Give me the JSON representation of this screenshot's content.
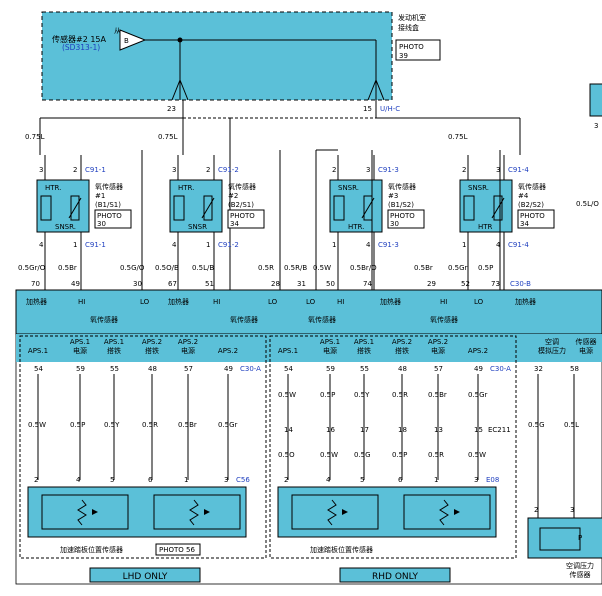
{
  "header": {
    "fuse_label": "传感器#2 15A",
    "fuse_ref": "(SD313-1)",
    "from_label": "从",
    "connector_b": "B",
    "engine_box_label_1": "发动机室",
    "engine_box_label_2": "接线盒",
    "photo_top": [
      "PHOTO",
      "39"
    ],
    "pin_left": "23",
    "pin_right": "15",
    "pin_right_code": "U/H-C",
    "right_edge_label": "3",
    "right_wire": "0.5L/O"
  },
  "oxygen_sensors": [
    {
      "wire_in": "0.75L",
      "pin_top_1": "3",
      "pin_top_2": "2",
      "conn_top": "C91-1",
      "block_top": "HTR.",
      "block_bottom": "SNSR.",
      "name_1": "氧传感器",
      "name_2": "#1",
      "name_3": "(B1/S1)",
      "photo": [
        "PHOTO",
        "30"
      ],
      "pin_bot_1": "4",
      "pin_bot_2": "1",
      "conn_bot": "C91-1"
    },
    {
      "wire_in": "0.75L",
      "pin_top_1": "3",
      "pin_top_2": "2",
      "conn_top": "C91-2",
      "block_top": "HTR.",
      "block_bottom": "SNSR",
      "name_1": "氧传感器",
      "name_2": "#2",
      "name_3": "(B2/S1)",
      "photo": [
        "PHOTO",
        "34"
      ],
      "pin_bot_1": "4",
      "pin_bot_2": "1",
      "conn_bot": "C91-2"
    },
    {
      "wire_in": "",
      "pin_top_1": "2",
      "pin_top_2": "3",
      "conn_top": "C91-3",
      "block_top": "SNSR.",
      "block_bottom": "HTR.",
      "name_1": "氧传感器",
      "name_2": "#3",
      "name_3": "(B1/S2)",
      "photo": [
        "PHOTO",
        "30"
      ],
      "pin_bot_1": "1",
      "pin_bot_2": "4",
      "conn_bot": "C91-3"
    },
    {
      "wire_in": "0.75L",
      "pin_top_1": "2",
      "pin_top_2": "3",
      "conn_top": "C91-4",
      "block_top": "SNSR.",
      "block_bottom": "HTR",
      "name_1": "氧传感器",
      "name_2": "#4",
      "name_3": "(B2/S2)",
      "photo": [
        "PHOTO",
        "34"
      ],
      "pin_bot_1": "1",
      "pin_bot_2": "4",
      "conn_bot": "C91-4"
    }
  ],
  "ecm_pins_top": [
    {
      "wire": "0.5Gr/O",
      "pin": "70"
    },
    {
      "wire": "0.5Br",
      "pin": "49"
    },
    {
      "wire": "0.5G/O",
      "pin": "30"
    },
    {
      "wire": "0.5O/B",
      "pin": "67"
    },
    {
      "wire": "0.5L/B",
      "pin": "51"
    },
    {
      "wire": "0.5R",
      "pin": "28"
    },
    {
      "wire": "0.5R/B",
      "pin": "31"
    },
    {
      "wire": "0.5W",
      "pin": "50"
    },
    {
      "wire": "0.5Br/O",
      "pin": "74"
    },
    {
      "wire": "0.5Br",
      "pin": "29"
    },
    {
      "wire": "0.5Gr",
      "pin": "52"
    },
    {
      "wire": "0.5P",
      "pin": "73"
    }
  ],
  "ecm_connector_top": "C30-B",
  "ecm_labels_top": [
    "加热器",
    "HI",
    "LO",
    "加热器",
    "HI",
    "LO",
    "LO",
    "HI",
    "加热器",
    "HI",
    "LO",
    "加热器"
  ],
  "ecm_group_labels": [
    "氧传感器",
    "氧传感器",
    "氧传感器",
    "氧传感器"
  ],
  "lhd": {
    "headers": [
      "APS.1",
      "APS.1\n电源",
      "APS.1\n搭铁",
      "APS.2\n搭铁",
      "APS.2\n电源",
      "APS.2"
    ],
    "ecm_pins": [
      "54",
      "59",
      "55",
      "48",
      "57",
      "49"
    ],
    "ecm_conn": "C30-A",
    "wires": [
      "0.5W",
      "0.5P",
      "0.5Y",
      "0.5R",
      "0.5Br",
      "0.5Gr"
    ],
    "pedal_pins": [
      "2",
      "4",
      "5",
      "6",
      "1",
      "3"
    ],
    "pedal_conn": "C56",
    "sensor_label": "加速踏板位置传感器",
    "photo": "PHOTO 56",
    "banner": "LHD ONLY"
  },
  "rhd": {
    "headers": [
      "APS.1",
      "APS.1\n电源",
      "APS.1\n搭铁",
      "APS.2\n搭铁",
      "APS.2\n电源",
      "APS.2"
    ],
    "ecm_pins": [
      "54",
      "59",
      "55",
      "48",
      "57",
      "49"
    ],
    "ecm_conn": "C30-A",
    "wires_1": [
      "0.5W",
      "0.5P",
      "0.5Y",
      "0.5R",
      "0.5Br",
      "0.5Gr"
    ],
    "joint_pins": [
      "14",
      "16",
      "17",
      "18",
      "13",
      "15"
    ],
    "joint_conn": "EC211",
    "wires_2": [
      "0.5O",
      "0.5W",
      "0.5G",
      "0.5P",
      "0.5R",
      "0.5W"
    ],
    "pedal_pins": [
      "2",
      "4",
      "5",
      "6",
      "1",
      "3"
    ],
    "pedal_conn": "E08",
    "sensor_label": "加速踏板位置传感器",
    "banner": "RHD ONLY"
  },
  "ac": {
    "header_1": "空调\n模拟压力",
    "header_2": "传感器\n电源",
    "pins": [
      "32",
      "58"
    ],
    "wires": [
      "0.5G",
      "0.5L"
    ],
    "pedal_pins": [
      "2",
      "3"
    ],
    "label": "空调压力\n传感器",
    "cut_label": "P"
  },
  "colors": {
    "ecm_fill": "#5bc0d8",
    "banner_fill": "#5bc0d8",
    "wire": "#000000",
    "connector_blue": "#1f3fbf"
  }
}
